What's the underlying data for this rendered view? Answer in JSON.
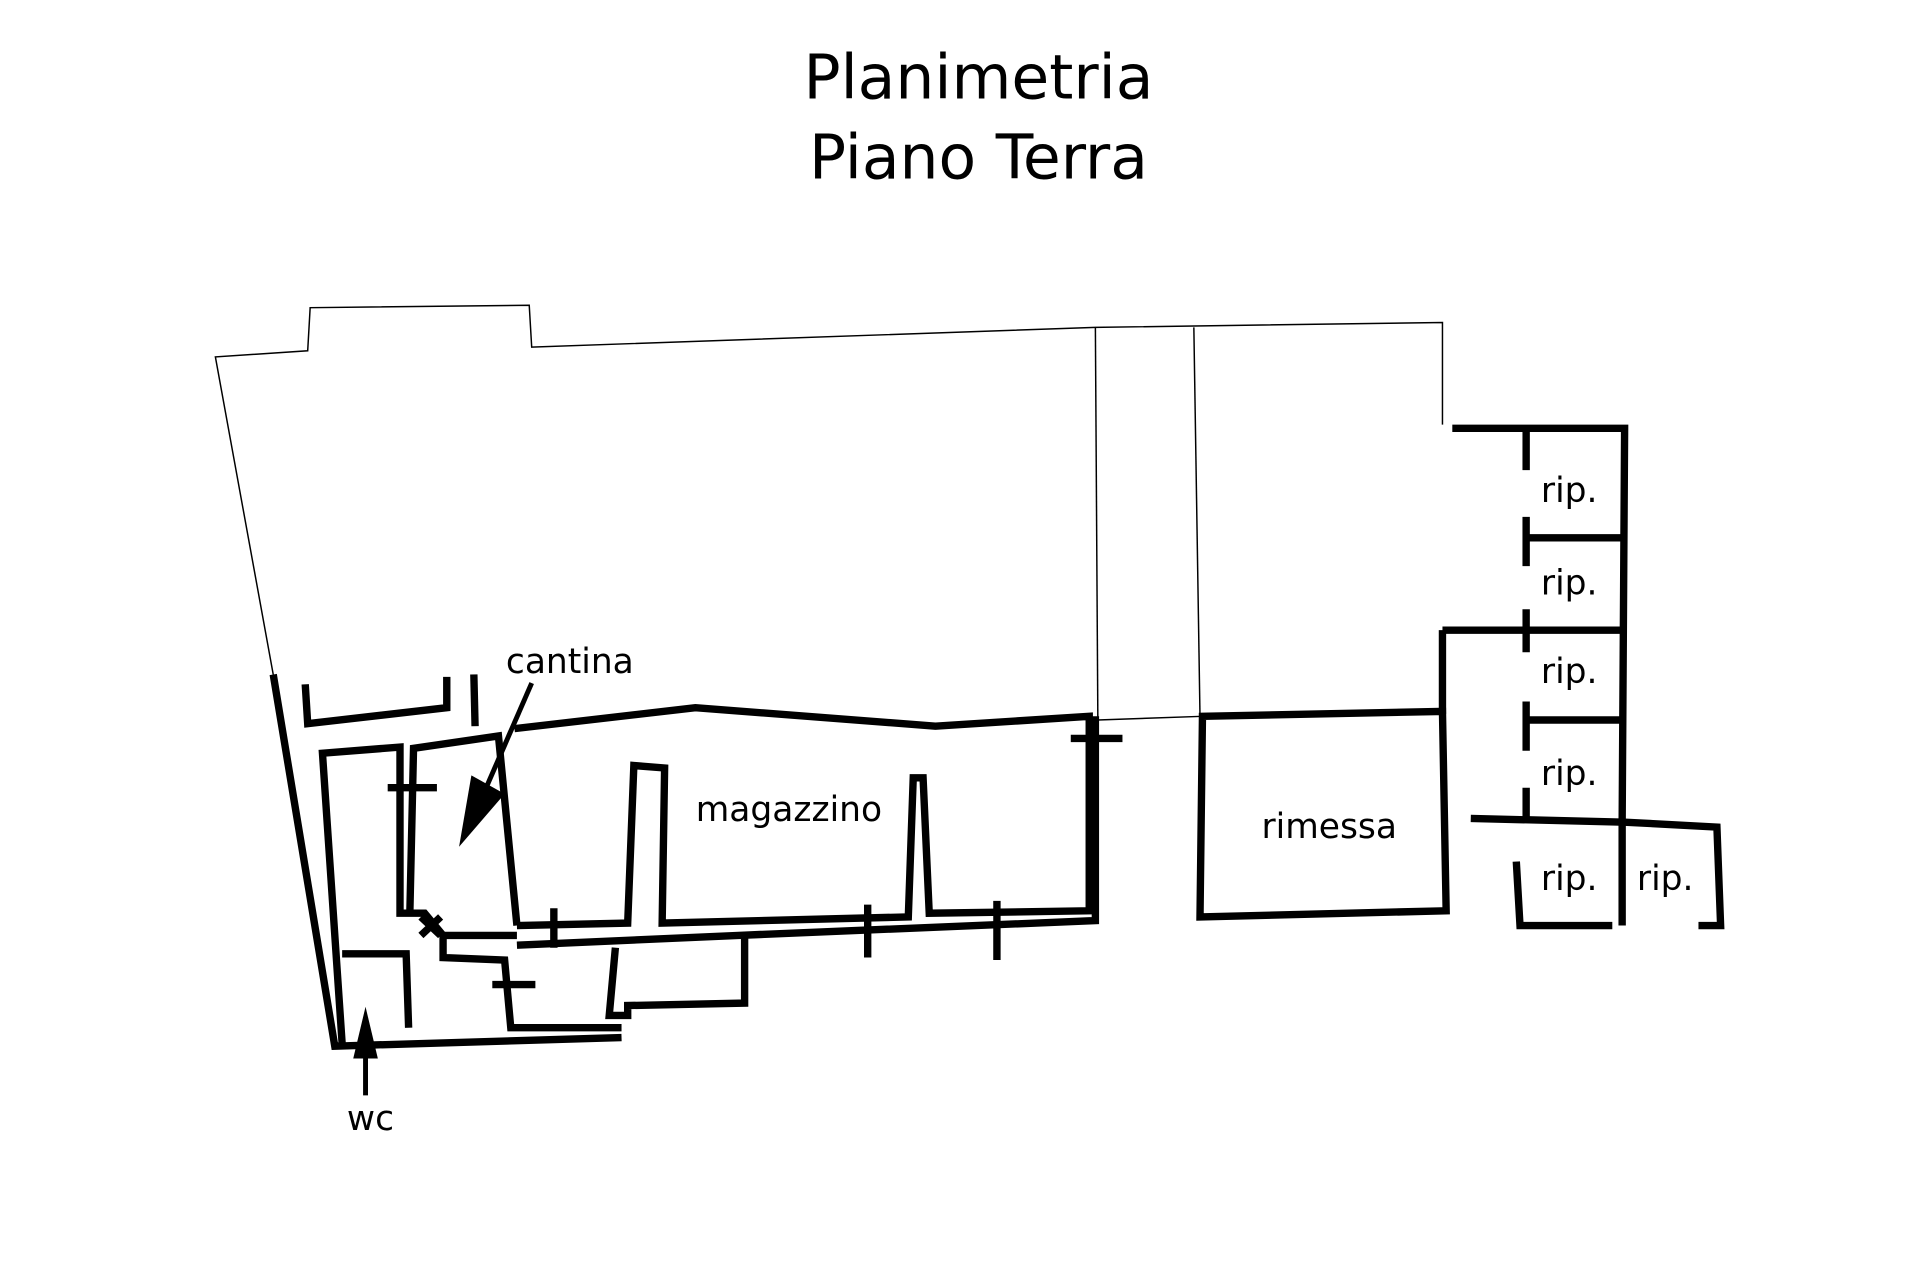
{
  "title": {
    "line1": "Planimetria",
    "line2": "Piano Terra"
  },
  "rooms": {
    "cantina": "cantina",
    "magazzino": "magazzino",
    "rimessa": "rimessa",
    "wc": "wc",
    "rip": [
      "rip.",
      "rip.",
      "rip.",
      "rip.",
      "rip.",
      "rip."
    ]
  }
}
